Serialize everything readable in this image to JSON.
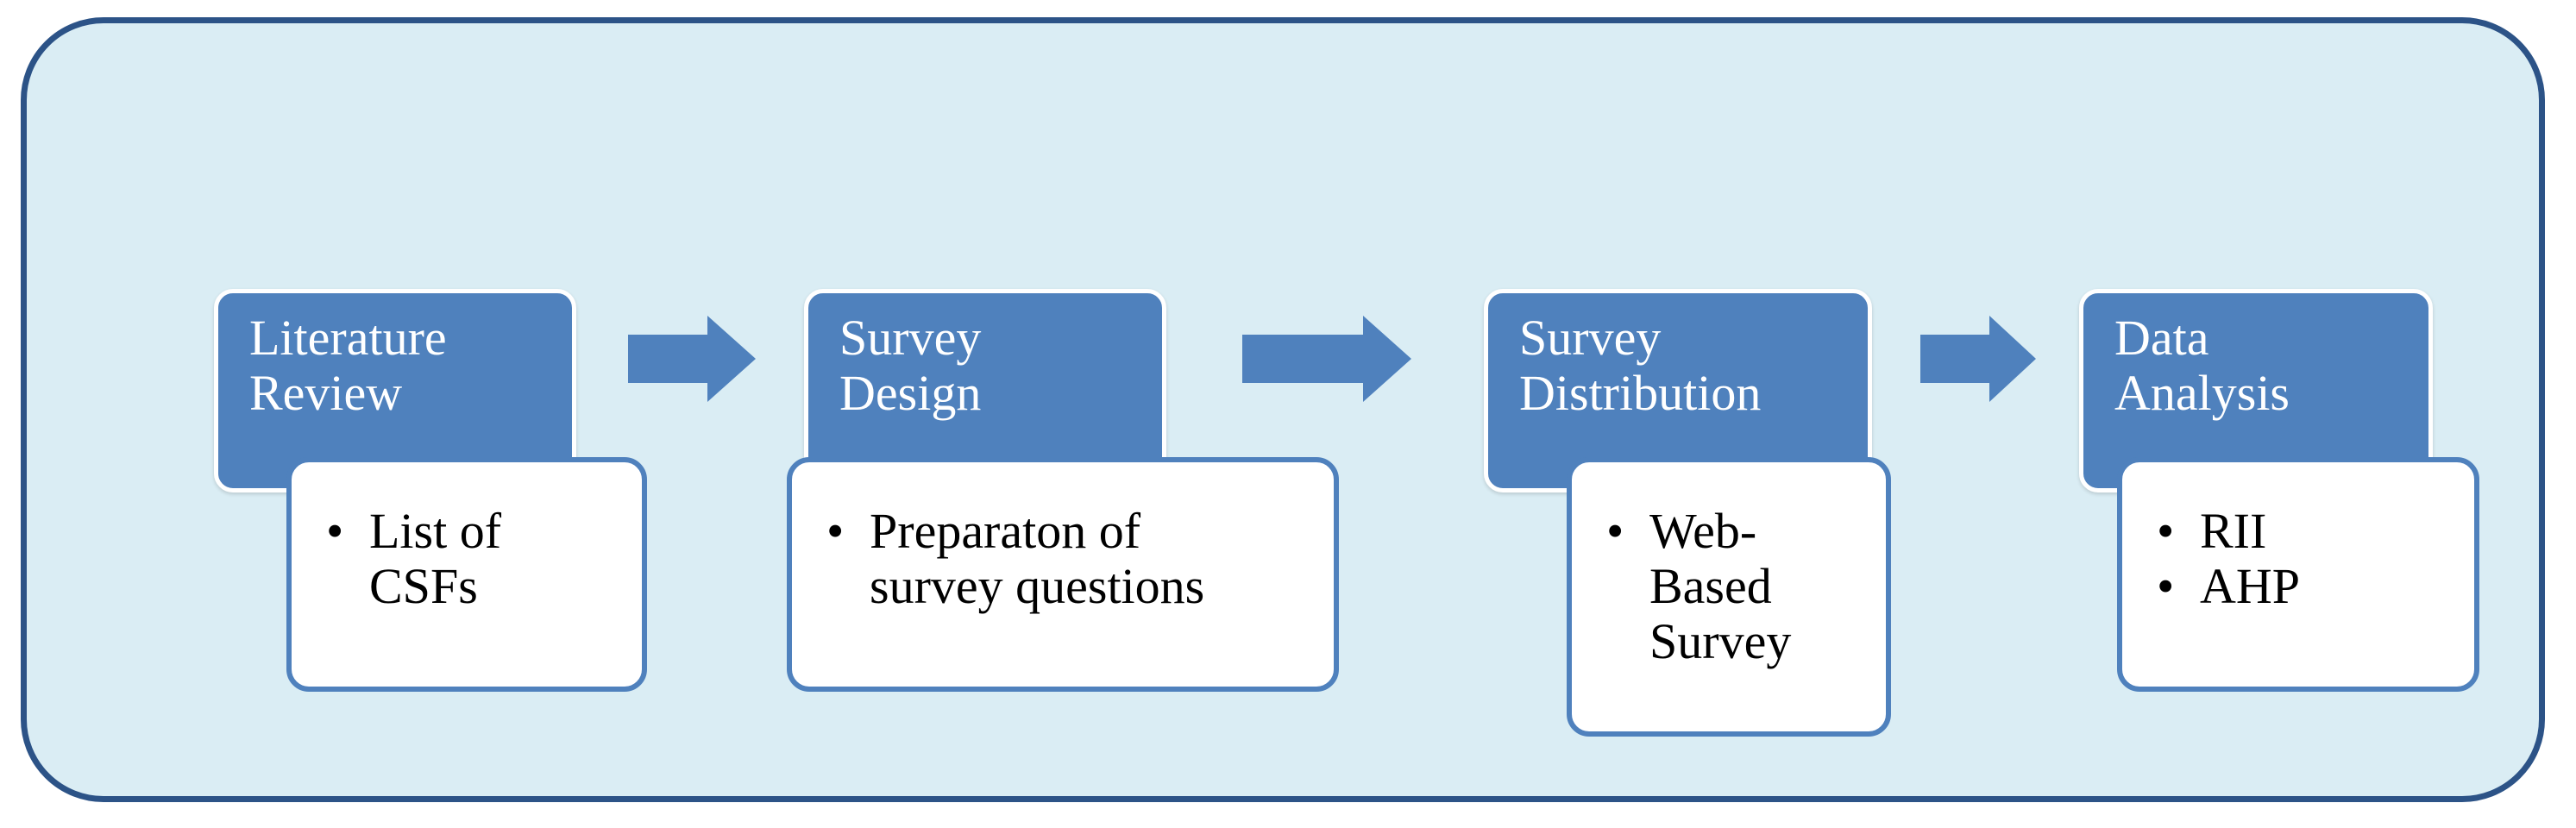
{
  "colors": {
    "frame_border": "#2c5387",
    "frame_fill": "#daedf4",
    "head_fill": "#4f81bd",
    "body_border": "#4f81bd",
    "arrow_fill": "#4f81bd"
  },
  "stages": [
    {
      "title_lines": [
        "Literature",
        "Review"
      ],
      "bullets": [
        {
          "lines": [
            "List of",
            "CSFs"
          ]
        }
      ]
    },
    {
      "title_lines": [
        "Survey",
        "Design"
      ],
      "bullets": [
        {
          "lines": [
            "Preparaton of",
            "survey questions"
          ]
        }
      ]
    },
    {
      "title_lines": [
        "Survey",
        "Distribution"
      ],
      "bullets": [
        {
          "lines": [
            "Web-",
            "Based",
            "Survey"
          ]
        }
      ]
    },
    {
      "title_lines": [
        "Data",
        "Analysis"
      ],
      "bullets": [
        {
          "lines": [
            "RII"
          ]
        },
        {
          "lines": [
            "AHP"
          ]
        }
      ]
    }
  ]
}
